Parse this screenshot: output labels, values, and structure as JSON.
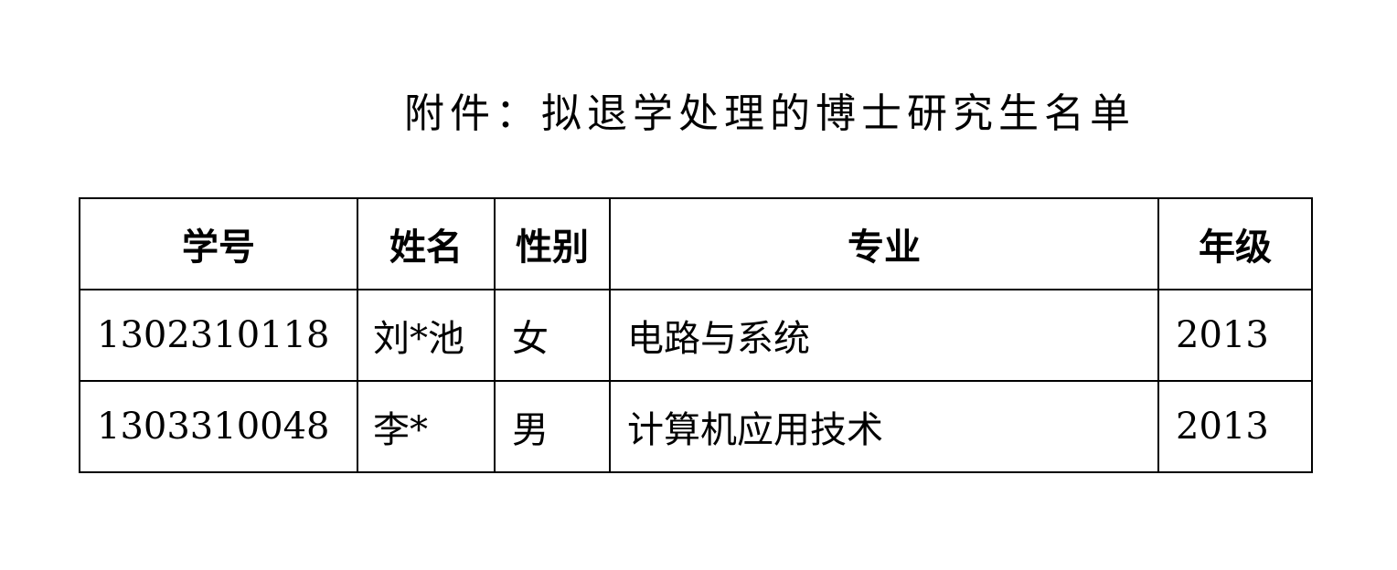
{
  "title": "附件：拟退学处理的博士研究生名单",
  "headers": [
    "学号",
    "姓名",
    "性别",
    "专业",
    "年级"
  ],
  "rows": [
    [
      "1302310118",
      "刘*池",
      "女",
      "电路与系统",
      "2013"
    ],
    [
      "1303310048",
      "李*",
      "男",
      "计算机应用技术",
      "2013"
    ]
  ]
}
